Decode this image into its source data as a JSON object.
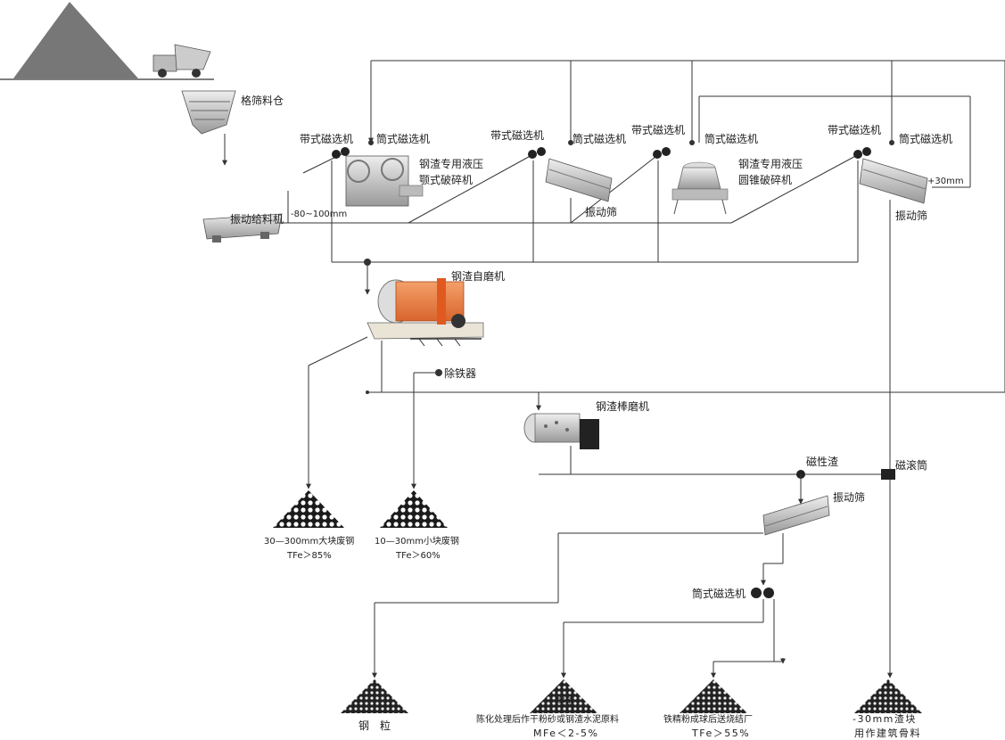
{
  "labels": {
    "grid_bin": "格筛料仓",
    "vib_feeder": "振动给料机",
    "feeder_size": "-80~100mm",
    "belt_mag_1": "带式磁选机",
    "drum_mag_1": "筒式磁选机",
    "jaw_crusher_line1": "钢渣专用液压",
    "jaw_crusher_line2": "颚式破碎机",
    "belt_mag_2": "带式磁选机",
    "drum_mag_2": "筒式磁选机",
    "vib_screen_1": "振动筛",
    "belt_mag_3": "带式磁选机",
    "drum_mag_3": "筒式磁选机",
    "cone_crusher_line1": "钢渣专用液压",
    "cone_crusher_line2": "圆锥破碎机",
    "belt_mag_4": "带式磁选机",
    "drum_mag_4": "筒式磁选机",
    "screen_size": "+30mm",
    "vib_screen_2": "振动筛",
    "autogenous_mill": "钢渣自磨机",
    "iron_remover": "除铁器",
    "rod_mill": "钢渣棒磨机",
    "magnetic_slag": "磁性渣",
    "magnetic_drum": "磁滚筒",
    "vib_screen_3": "振动筛",
    "drum_mag_5": "筒式磁选机"
  },
  "products": [
    {
      "line1": "30—300mm大块废钢",
      "line2": "TFe＞85%"
    },
    {
      "line1": "10—30mm小块废钢",
      "line2": "TFe＞60%"
    },
    {
      "line1": "钢　粒",
      "line2": ""
    },
    {
      "line1": "陈化处理后作干粉砂或钢渣水泥原料",
      "line2": "MFe＜2-5%",
      "pile_mark": "尾渣"
    },
    {
      "line1": "铁精粉成球后送烧结厂",
      "line2": "TFe＞55%"
    },
    {
      "line1": "-30mm渣块",
      "line2": "用作建筑骨料"
    }
  ]
}
